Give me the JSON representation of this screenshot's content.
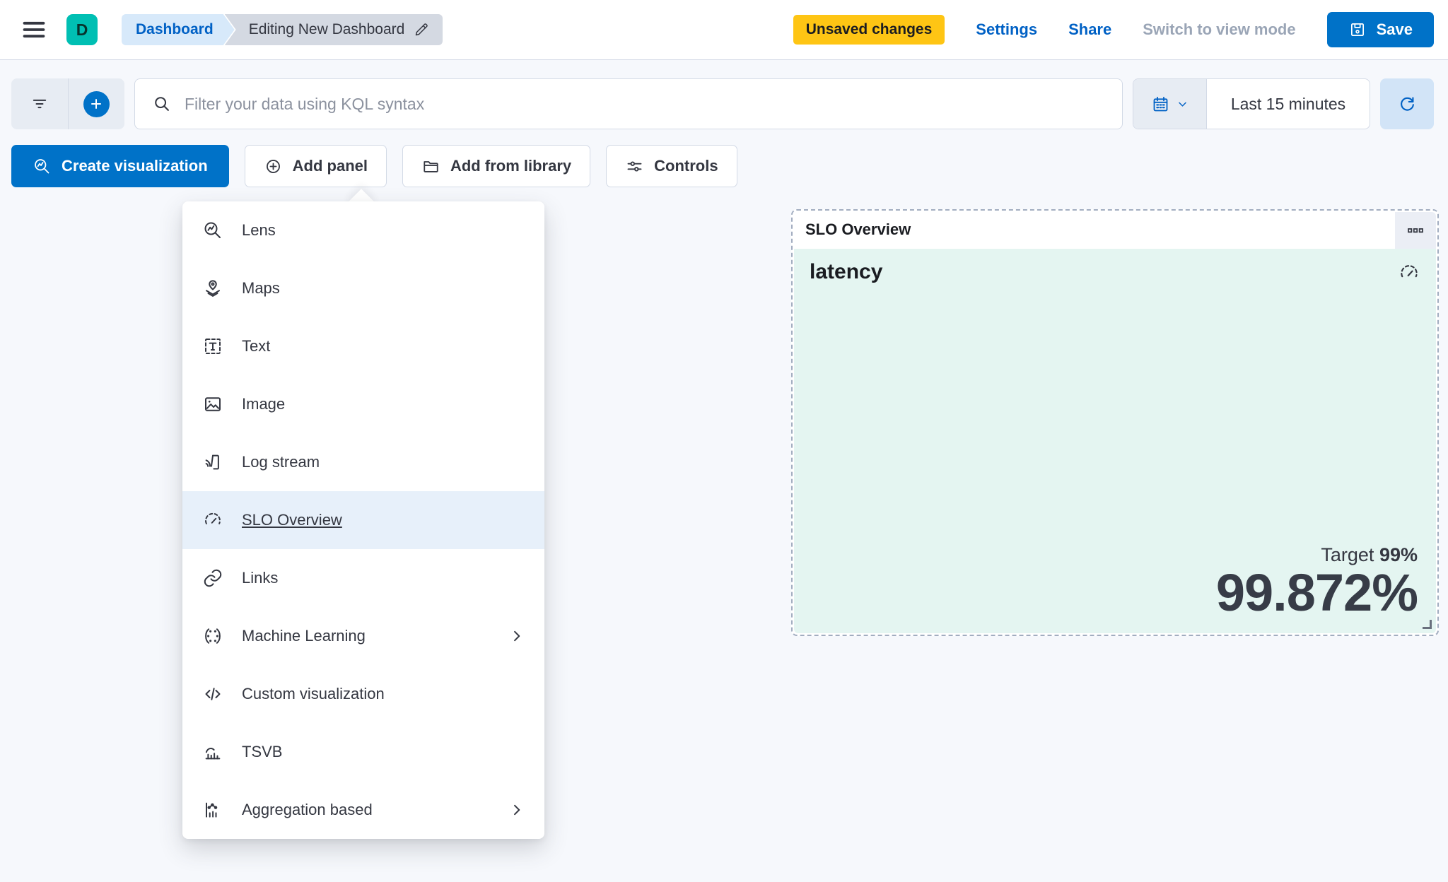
{
  "topbar": {
    "avatar_letter": "D",
    "breadcrumb_dashboard": "Dashboard",
    "breadcrumb_current": "Editing New Dashboard",
    "unsaved_badge": "Unsaved changes",
    "settings": "Settings",
    "share": "Share",
    "switch_to_view_mode": "Switch to view mode",
    "save": "Save"
  },
  "query_bar": {
    "placeholder": "Filter your data using KQL syntax",
    "time_range": "Last 15 minutes"
  },
  "actions": {
    "create_visualization": "Create visualization",
    "add_panel": "Add panel",
    "add_from_library": "Add from library",
    "controls": "Controls"
  },
  "add_panel_menu": {
    "items": [
      {
        "label": "Lens",
        "icon": "lens-icon",
        "selected": false,
        "has_submenu": false
      },
      {
        "label": "Maps",
        "icon": "maps-icon",
        "selected": false,
        "has_submenu": false
      },
      {
        "label": "Text",
        "icon": "text-icon",
        "selected": false,
        "has_submenu": false
      },
      {
        "label": "Image",
        "icon": "image-icon",
        "selected": false,
        "has_submenu": false
      },
      {
        "label": "Log stream",
        "icon": "log-stream-icon",
        "selected": false,
        "has_submenu": false
      },
      {
        "label": "SLO Overview",
        "icon": "gauge-icon",
        "selected": true,
        "has_submenu": false
      },
      {
        "label": "Links",
        "icon": "link-icon",
        "selected": false,
        "has_submenu": false
      },
      {
        "label": "Machine Learning",
        "icon": "machine-learning-icon",
        "selected": false,
        "has_submenu": true
      },
      {
        "label": "Custom visualization",
        "icon": "code-icon",
        "selected": false,
        "has_submenu": false
      },
      {
        "label": "TSVB",
        "icon": "tsvb-icon",
        "selected": false,
        "has_submenu": false
      },
      {
        "label": "Aggregation based",
        "icon": "aggregation-icon",
        "selected": false,
        "has_submenu": true
      }
    ]
  },
  "slo_panel": {
    "header_title": "SLO Overview",
    "slo_name": "latency",
    "target_label": "Target",
    "target_value": "99%",
    "sli_value": "99.872%"
  },
  "colors": {
    "primary_button": "#0072c8",
    "link_blue": "#0061c5",
    "warning_badge": "#fec514",
    "avatar_teal": "#00bfb3",
    "panel_tint": "#e4f5f1",
    "menu_highlight": "#e7f0fa",
    "text_dark": "#343741"
  }
}
